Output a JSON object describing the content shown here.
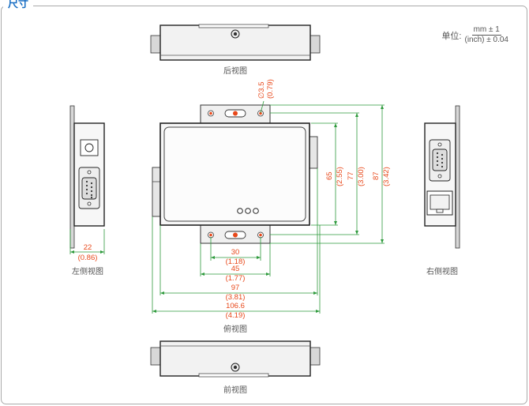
{
  "title": "尺寸",
  "unit": {
    "prefix": "单位:",
    "numerator": "mm ± 1",
    "denominator": "(inch) ± 0.04"
  },
  "views": {
    "back": "后视图",
    "left": "左侧视图",
    "right": "右侧视图",
    "top": "俯视图",
    "front": "前视图"
  },
  "dimensions": {
    "hole_mm": "∅3.5",
    "hole_in": "(0.79)",
    "d65_mm": "65",
    "d65_in": "(2.55)",
    "d77_mm": "77",
    "d77_in": "(3.00)",
    "d87_mm": "87",
    "d87_in": "(3.42)",
    "d22_mm": "22",
    "d22_in": "(0.86)",
    "d30_mm": "30",
    "d30_in": "(1.18)",
    "d45_mm": "45",
    "d45_in": "(1.77)",
    "d97_mm": "97",
    "d97_in": "(3.81)",
    "d106_mm": "106.6",
    "d106_in": "(4.19)"
  },
  "colors": {
    "title": "#1a6fc4",
    "dimension_text": "#e8481a",
    "dimension_line": "#2e9a3c",
    "outline": "#333333"
  }
}
